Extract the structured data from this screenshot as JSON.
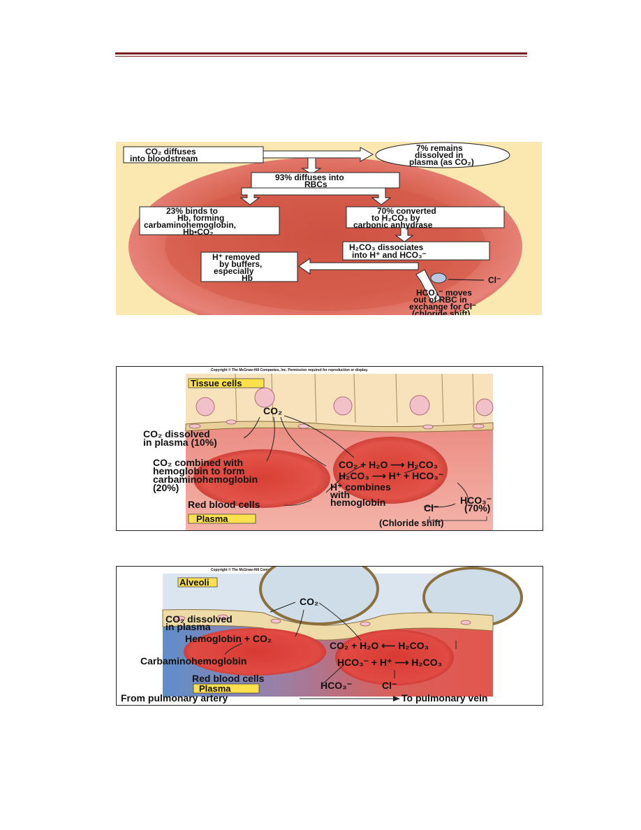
{
  "fig1": {
    "box_co2_diffuses": [
      "CO₂ diffuses",
      "into bloodstream"
    ],
    "bubble_7pct": [
      "7% remains",
      "dissolved in",
      "plasma (as CO₂)"
    ],
    "box_93pct": [
      "93% diffuses into",
      "RBCs"
    ],
    "box_23pct": [
      "23% binds to",
      "Hb, forming",
      "carbaminohemoglobin,",
      "Hb•CO₂"
    ],
    "box_70pct": [
      "70% converted",
      "to H₂CO₃ by",
      "carbonic anhydrase"
    ],
    "box_h2co3": [
      "H₂CO₃ dissociates",
      "into H⁺ and HCO₃⁻"
    ],
    "box_h_removed": [
      "H⁺ removed",
      "by buffers,",
      "especially",
      "Hb"
    ],
    "cl_label": "Cl⁻",
    "hco3_moves": [
      "HCO₃⁻ moves",
      "out of RBC in",
      "exchange for Cl⁻",
      "(chloride shift)"
    ]
  },
  "fig2": {
    "copyright": "Copyright © The McGraw-Hill Companies, Inc. Permission required for reproduction or display.",
    "tissue_cells": "Tissue cells",
    "co2": "CO₂",
    "dissolved": [
      "CO₂ dissolved",
      "in plasma (10%)"
    ],
    "combined": [
      "CO₂ combined with",
      "hemoglobin to form",
      "carbaminohemoglobin",
      "(20%)"
    ],
    "rbc_label": "Red blood cells",
    "plasma": "Plasma",
    "eq1": "CO₂ + H₂O ⟶ H₂CO₃",
    "eq2": "H₂CO₃ ⟶ H⁺ + HCO₃⁻",
    "h_combines": [
      "H⁺ combines",
      "with",
      "hemoglobin"
    ],
    "cl": "Cl⁻",
    "hco3_70": [
      "HCO₃⁻",
      "(70%)"
    ],
    "chloride_shift": "(Chloride shift)"
  },
  "fig3": {
    "copyright": "Copyright © The McGraw-Hill Companies, Inc. Permission required for reproduction or display.",
    "alveoli": "Alveoli",
    "co2": "CO₂",
    "dissolved": [
      "CO₂ dissolved",
      "in plasma"
    ],
    "hemoglobin_co2": "Hemoglobin + CO₂",
    "carbamino": "Carbaminohemoglobin",
    "rbc_label": "Red blood cells",
    "plasma": "Plasma",
    "eq1": "CO₂ + H₂O ⟵ H₂CO₃",
    "eq2": "HCO₃⁻ + H⁺ ⟶ H₂CO₃",
    "hco3": "HCO₃⁻",
    "cl": "Cl⁻",
    "from_artery": "From pulmonary artery",
    "to_vein": "To pulmonary vein"
  }
}
